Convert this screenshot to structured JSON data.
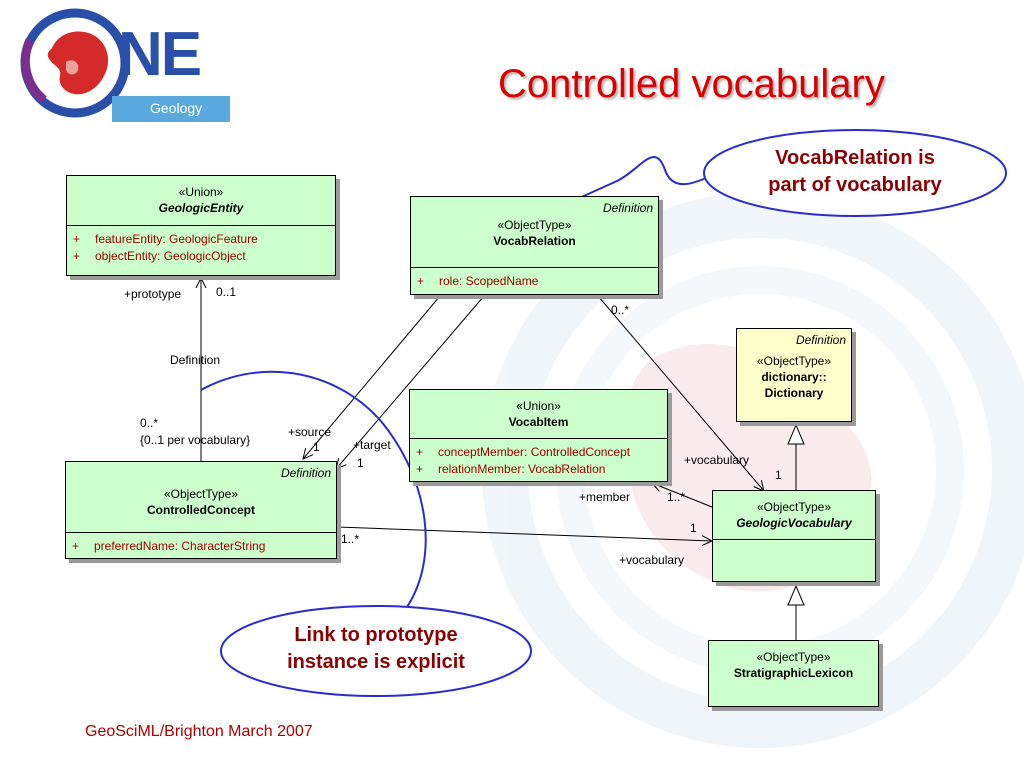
{
  "slide": {
    "title": "Controlled vocabulary",
    "footer": "GeoSciML/Brighton March 2007"
  },
  "logo": {
    "letters": "NE",
    "subtitle": "Geology",
    "colors": {
      "blue": "#2a4fa8",
      "red": "#d42a2a",
      "purple": "#7a2f8f"
    }
  },
  "colors": {
    "title": "#d90000",
    "class_fill": "#ccffcc",
    "dictionary_fill": "#ffffcc",
    "attribute_text": "#a00000",
    "callout_outline": "#2b2bcf",
    "callout_text": "#8b0000"
  },
  "classes": {
    "geologic_entity": {
      "stereotype": "«Union»",
      "name": "GeologicEntity",
      "attributes": [
        {
          "vis": "+",
          "text": "featureEntity:  GeologicFeature"
        },
        {
          "vis": "+",
          "text": "objectEntity:  GeologicObject"
        }
      ]
    },
    "vocab_relation": {
      "tag": "Definition",
      "stereotype": "«ObjectType»",
      "name": "VocabRelation",
      "attributes": [
        {
          "vis": "+",
          "text": "role:  ScopedName"
        }
      ]
    },
    "vocab_item": {
      "stereotype": "«Union»",
      "name": "VocabItem",
      "attributes": [
        {
          "vis": "+",
          "text": "conceptMember:  ControlledConcept"
        },
        {
          "vis": "+",
          "text": "relationMember:  VocabRelation"
        }
      ]
    },
    "controlled_concept": {
      "tag": "Definition",
      "stereotype": "«ObjectType»",
      "name": "ControlledConcept",
      "attributes": [
        {
          "vis": "+",
          "text": "preferredName:  CharacterString"
        }
      ]
    },
    "dictionary": {
      "tag": "Definition",
      "stereotype": "«ObjectType»",
      "name_line1": "dictionary::",
      "name_line2": "Dictionary"
    },
    "geologic_vocabulary": {
      "stereotype": "«ObjectType»",
      "name": "GeologicVocabulary"
    },
    "stratigraphic_lexicon": {
      "stereotype": "«ObjectType»",
      "name": "StratigraphicLexicon"
    }
  },
  "labels": {
    "prototype_role": "+prototype",
    "prototype_mult": "0..1",
    "definition_assoc": "Definition",
    "concept_mult": "0..*",
    "concept_note": "{0..1 per vocabulary}",
    "source_role": "+source",
    "source_mult": "1",
    "target_role": "+target",
    "target_mult": "1",
    "relation_mult": "0..*",
    "vocab_role_relation": "+vocabulary",
    "vocab_mult_relation": "1",
    "member_role": "+member",
    "member_mult": "1..*",
    "vocab_mult_concept": "1",
    "concept_vocab_mult": "1..*",
    "vocab_role_concept": "+vocabulary"
  },
  "callouts": {
    "top": {
      "line1": "VocabRelation is",
      "line2": "part of vocabulary"
    },
    "bottom": {
      "line1": "Link to prototype",
      "line2": "instance is explicit"
    }
  }
}
